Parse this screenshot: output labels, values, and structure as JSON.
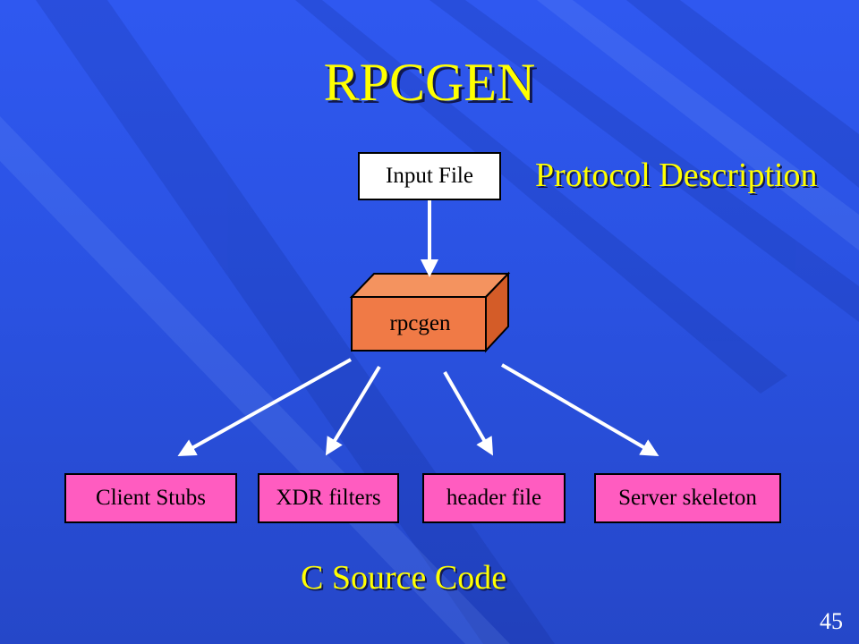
{
  "slide": {
    "title": "RPCGEN",
    "input_box_label": "Input File",
    "protocol_caption": "Protocol Description",
    "processor_label": "rpcgen",
    "outputs": [
      "Client Stubs",
      "XDR filters",
      "header file",
      "Server skeleton"
    ],
    "source_caption": "C Source Code",
    "page_number": "45"
  },
  "colors": {
    "background": "#2a52e2",
    "title_text": "#ffff00",
    "processor_fill": "#f07a46",
    "output_fill": "#ff5cc0",
    "arrow": "#ffffff"
  }
}
